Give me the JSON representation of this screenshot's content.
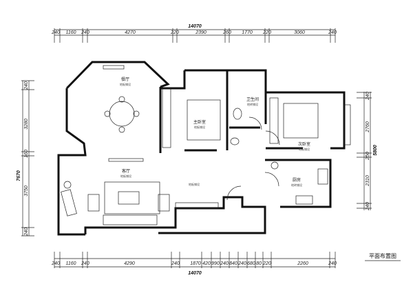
{
  "top_dimensions": {
    "total": "14070",
    "segments": [
      "240",
      "1160",
      "240",
      "4270",
      "220",
      "2390",
      "260",
      "1770",
      "220",
      "3060",
      "240"
    ]
  },
  "bottom_dimensions": {
    "total": "14070",
    "segments": [
      "240",
      "1160",
      "240",
      "4290",
      "240",
      "1870",
      "420",
      "990",
      "240",
      "840",
      "240",
      "680",
      "80",
      "220",
      "2260",
      "240"
    ]
  },
  "left_dimensions": {
    "total": "7670",
    "segments": [
      "240",
      "3280",
      "160",
      "3750",
      "240"
    ]
  },
  "right_dimensions": {
    "total": "5800",
    "segments": [
      "240",
      "2760",
      "250",
      "2310",
      "240"
    ]
  },
  "rooms": {
    "dining": {
      "name": "餐厅",
      "floor": "地板铺设"
    },
    "living": {
      "name": "客厅",
      "floor": "地板铺设"
    },
    "hall": {
      "floor": "地板铺设"
    },
    "master_bedroom": {
      "name": "主卧室",
      "floor": "地板铺设"
    },
    "bathroom": {
      "name": "卫生间",
      "floor": "地砖铺设"
    },
    "second_bedroom": {
      "name": "次卧室",
      "floor": "地板铺设"
    },
    "kitchen": {
      "name": "厨房",
      "floor": "地砖铺设"
    }
  },
  "title": "平面布置图"
}
